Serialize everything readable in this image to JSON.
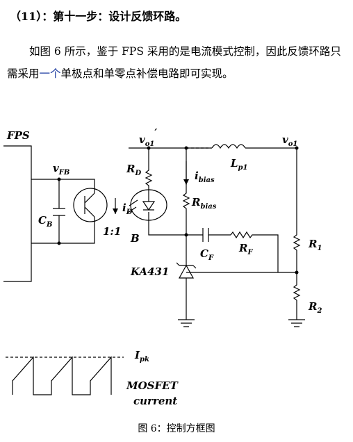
{
  "heading": "（11）：第十一步：设计反馈环路。",
  "paragraph": {
    "part1": "如图 6 所示，鉴于 FPS 采用的是电流模式控制，因此反馈环路只需采用",
    "highlight": "一个",
    "part2": "单极点和单零点补偿电路即可实现。"
  },
  "diagram": {
    "fps": "FPS",
    "vfb": "v",
    "vfb_sub": "FB",
    "cb": "C",
    "cb_sub": "B",
    "ratio": "1:1",
    "id": "i",
    "id_sub": "D",
    "b": "B",
    "rd": "R",
    "rd_sub": "D",
    "vo1p": "v",
    "vo1p_sub": "o1",
    "vo1p_prime": "′",
    "ibias": "i",
    "ibias_sub": "bias",
    "rbias": "R",
    "rbias_sub": "bias",
    "lp1": "L",
    "lp1_sub": "p1",
    "vo1": "v",
    "vo1_sub": "o1",
    "cf": "C",
    "cf_sub": "F",
    "rf": "R",
    "rf_sub": "F",
    "ka431": "KA431",
    "r1": "R",
    "r1_sub": "1",
    "r2": "R",
    "r2_sub": "2",
    "ipk": "I",
    "ipk_sub": "pk",
    "mosfet": "MOSFET",
    "current": "current"
  },
  "caption": "图 6：控制方框图"
}
